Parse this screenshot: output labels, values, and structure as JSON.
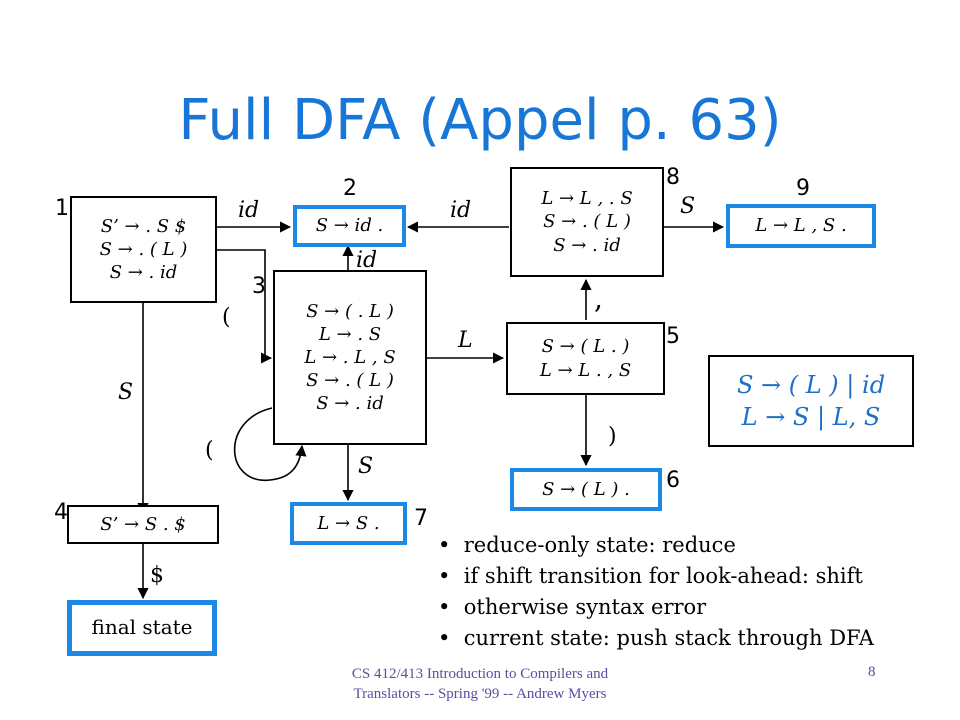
{
  "title": "Full DFA (Appel p. 63)",
  "states": {
    "s1": {
      "number": "1",
      "lines": [
        "S’ → . S $",
        "S → . ( L )",
        "S → . id"
      ]
    },
    "s2": {
      "number": "2",
      "lines": [
        "S → id ."
      ]
    },
    "s3": {
      "number": "3",
      "lines": [
        "S → ( . L )",
        "L → . S",
        "L → . L , S",
        "S → . ( L )",
        "S → . id"
      ]
    },
    "s4": {
      "number": "4",
      "lines": [
        "S’ → S . $"
      ]
    },
    "s5": {
      "number": "5",
      "lines": [
        "S → ( L . )",
        "L → L . , S"
      ]
    },
    "s6": {
      "number": "6",
      "lines": [
        "S → ( L ) ."
      ]
    },
    "s7": {
      "number": "7",
      "lines": [
        "L → S ."
      ]
    },
    "s8": {
      "number": "8",
      "lines": [
        "L → L , . S",
        "S → . ( L )",
        "S → . id"
      ]
    },
    "s9": {
      "number": "9",
      "lines": [
        "L → L , S ."
      ]
    },
    "final": {
      "label": "final state"
    }
  },
  "transitions": {
    "t1_2": "id",
    "t3_2": "id",
    "t8_2": "id",
    "t8_9": "S",
    "t1_3": "(",
    "t3_3": "(",
    "t3_5": "L",
    "t5_8": ",",
    "t5_6": ")",
    "t3_7": "S",
    "t1_4": "S",
    "t4_final": "$"
  },
  "grammar": [
    "S → ( L )  |  id",
    "L → S  |  L, S"
  ],
  "notes": [
    "reduce-only state: reduce",
    "if shift transition for look-ahead: shift",
    "otherwise syntax error",
    "current state: push stack through DFA"
  ],
  "footer": {
    "course": "CS 412/413 Introduction to Compilers and Translators -- Spring '99 -- Andrew Myers",
    "page": "8"
  },
  "colors": {
    "title": "#1877d6",
    "blue_border": "#1e88e5",
    "grammar_text": "#1e6fc9",
    "footer_text": "#5a4ea0"
  }
}
